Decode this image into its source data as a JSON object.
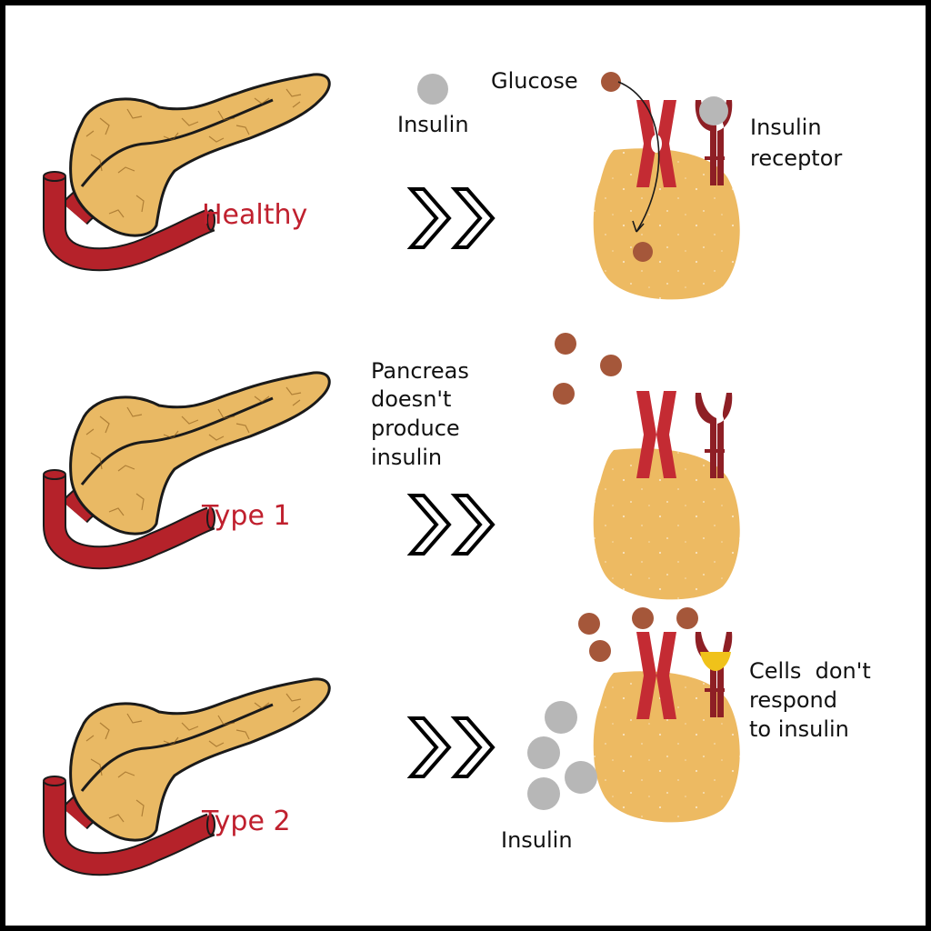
{
  "rows": [
    {
      "condition": "Healthy"
    },
    {
      "condition": "Type 1"
    },
    {
      "condition": "Type 2"
    }
  ],
  "labels": {
    "glucose": "Glucose",
    "insulin_top": "Insulin",
    "insulin_receptor_line1": "Insulin",
    "insulin_receptor_line2": "receptor",
    "type1_note": [
      "Pancreas",
      "doesn't",
      "produce",
      "insulin"
    ],
    "type2_note": [
      "Cells  don't",
      "respond",
      "to insulin"
    ],
    "insulin_bottom": "Insulin"
  },
  "colors": {
    "condition_text": "#c0202e",
    "pancreas_fill": "#e9b964",
    "pancreas_stroke": "#1a1a1a",
    "duct": "#b5222a",
    "cell": "#edba62",
    "glucose": "#a5573a",
    "insulin": "#b7b7b7",
    "glut_transporter": "#c42b33",
    "receptor": "#8e1f25",
    "blocked_receptor": "#f0c21a",
    "frame": "#000000"
  },
  "icons": {
    "arrow": "double-chevron-right-icon",
    "pancreas": "pancreas-icon",
    "cell": "cell-icon",
    "transporter": "glucose-transporter-icon",
    "receptor": "insulin-receptor-icon"
  }
}
